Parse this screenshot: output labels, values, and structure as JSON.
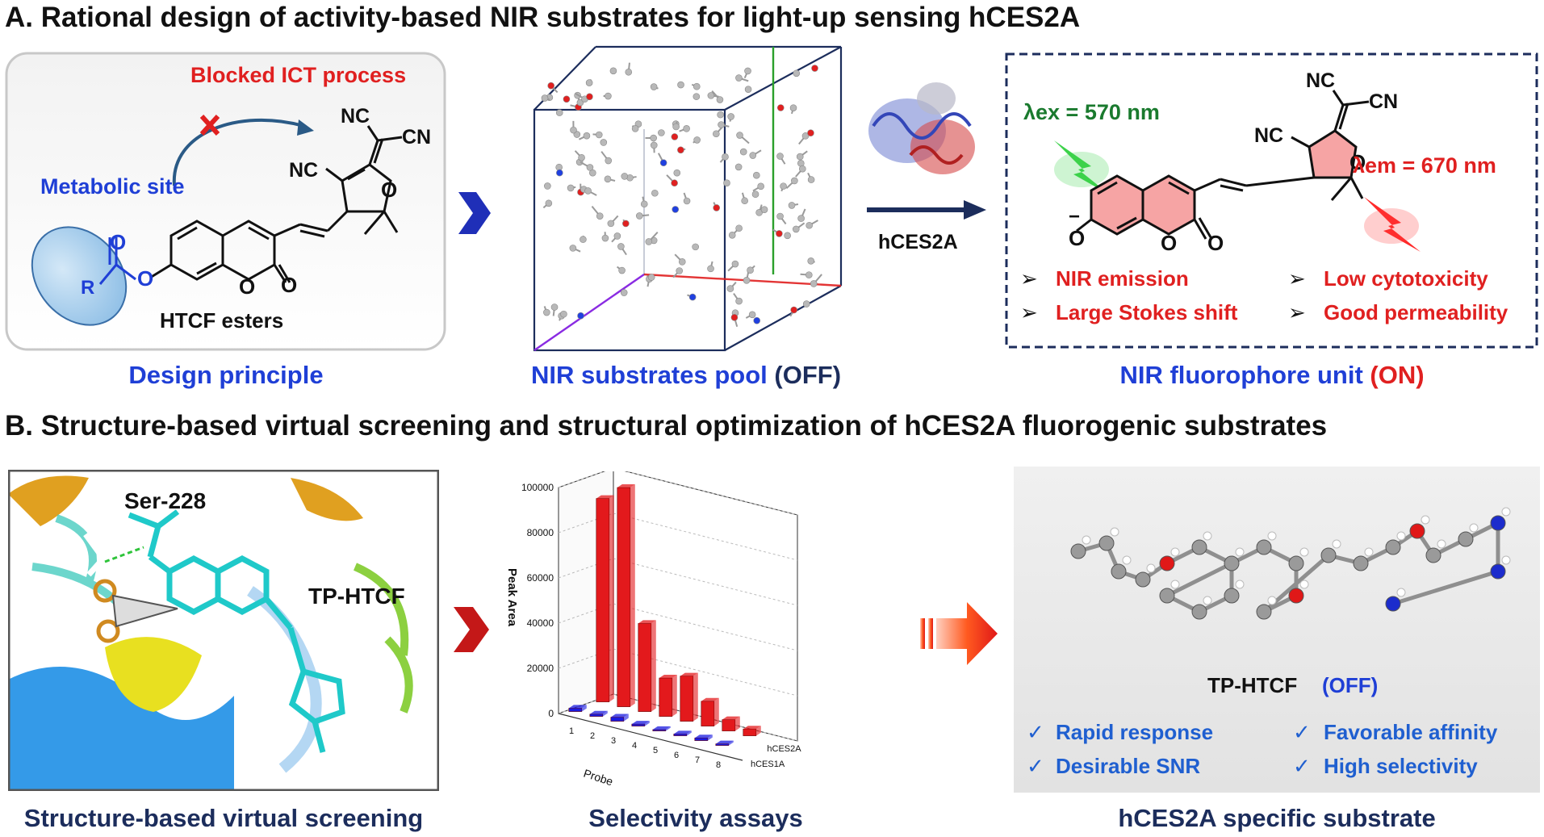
{
  "sectionA": {
    "title": "A. Rational design of activity-based NIR substrates for light-up sensing hCES2A",
    "design": {
      "blocked_label": "Blocked ICT process",
      "metabolic_label": "Metabolic site",
      "ester_label": "HTCF esters",
      "caption": "Design principle",
      "atoms": {
        "nc1": "NC",
        "nc2": "CN",
        "nc3": "NC",
        "o_ring": "O",
        "o_carb": "O",
        "o_ester": "O",
        "r_group": "R",
        "o_lactone": "O",
        "o_dbl": "O"
      }
    },
    "pool": {
      "caption_main": "NIR substrates pool",
      "caption_state": "(OFF)"
    },
    "arrow_label": "hCES2A",
    "fluorophore": {
      "lambda_ex": "λex = 570 nm",
      "lambda_em": "λem = 670 nm",
      "features": [
        "NIR emission",
        "Large Stokes shift",
        "Low cytotoxicity",
        "Good permeability"
      ],
      "caption_main": "NIR fluorophore unit",
      "caption_state": "(ON)",
      "atoms": {
        "nc1": "NC",
        "nc2": "CN",
        "nc3": "NC",
        "o_ring": "O",
        "o_minus": "O",
        "o_lactone": "O",
        "o_dbl": "O"
      }
    }
  },
  "sectionB": {
    "title": "B. Structure-based virtual screening and structural optimization of hCES2A fluorogenic substrates",
    "docking": {
      "residue_label": "Ser-228",
      "ligand_label": "TP-HTCF",
      "caption": "Structure-based virtual screening"
    },
    "selectivity_caption": "Selectivity assays",
    "substrate": {
      "name": "TP-HTCF",
      "state": "(OFF)",
      "checks": [
        "Rapid response",
        "Desirable SNR",
        "Favorable affinity",
        "High selectivity"
      ],
      "caption": "hCES2A specific substrate"
    }
  },
  "chart_data": {
    "type": "bar",
    "subtype": "3d-bar",
    "title": "",
    "xlabel": "Probe",
    "ylabel": "Peak Area",
    "categories": [
      "1",
      "2",
      "3",
      "4",
      "5",
      "6",
      "7",
      "8"
    ],
    "yticks": [
      "0",
      "20000",
      "40000",
      "60000",
      "80000",
      "100000"
    ],
    "ylim": [
      0,
      100000
    ],
    "series": [
      {
        "name": "hCES2A",
        "values": [
          90000,
          97000,
          39000,
          17000,
          20000,
          11000,
          5000,
          3000
        ],
        "color": "#e3191c"
      },
      {
        "name": "hCES1A",
        "values": [
          1500,
          1000,
          1800,
          900,
          600,
          800,
          1200,
          700
        ],
        "color": "#1a1adf"
      }
    ]
  },
  "colors": {
    "accent_blue": "#1f3fd6",
    "navy": "#1c2d5c",
    "red": "#e02020",
    "green": "#1a7a2e"
  }
}
